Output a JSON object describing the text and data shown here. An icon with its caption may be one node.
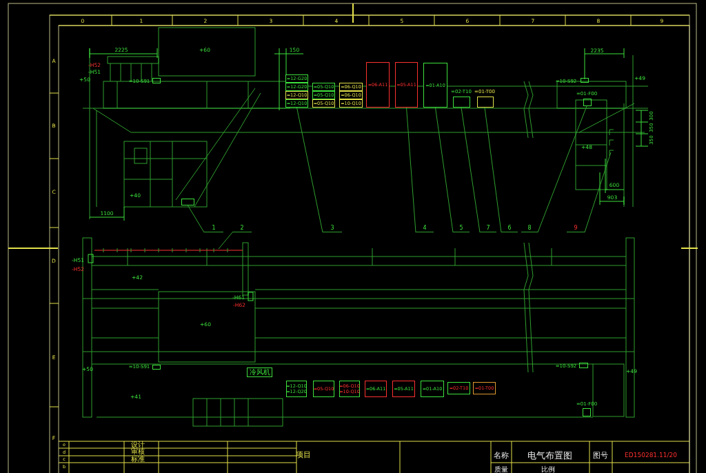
{
  "diagram": {
    "nodes": [
      {
        "text": [
          "=12-G20"
        ]
      },
      {
        "text": [
          "=12-G20"
        ]
      },
      {
        "text": [
          "=12-Q10"
        ]
      },
      {
        "text": [
          "=12-Q10"
        ]
      },
      {
        "text": [
          "=05-Q10"
        ]
      },
      {
        "text": [
          "=05-Q10"
        ]
      },
      {
        "text": [
          "=05-Q10"
        ]
      },
      {
        "text": [
          "=06-Q10"
        ]
      },
      {
        "text": [
          "=06-Q10"
        ]
      },
      {
        "text": [
          "=10-Q10"
        ]
      },
      {
        "text": [
          "=06-A11"
        ]
      },
      {
        "text": [
          "=05-A11"
        ]
      },
      {
        "text": [
          "=01-A10"
        ]
      },
      {
        "text": [
          "=10-S91"
        ]
      },
      {
        "text": [
          "=02-T10"
        ]
      },
      {
        "text": [
          "=01-T00"
        ]
      },
      {
        "text": [
          "=10-S92"
        ]
      },
      {
        "text": [
          "=01-F00"
        ]
      },
      {
        "text": [],
        "shape": "box"
      },
      {
        "text": [
          "1"
        ]
      },
      {
        "text": [
          "2"
        ]
      },
      {
        "text": [
          "3"
        ]
      },
      {
        "text": [
          "4"
        ]
      },
      {
        "text": [
          "5"
        ]
      },
      {
        "text": [
          "7"
        ]
      },
      {
        "text": [
          "6"
        ]
      },
      {
        "text": [
          "8"
        ]
      },
      {
        "text": [
          "9"
        ]
      },
      {
        "text": [
          "=10-S91"
        ]
      },
      {
        "text": [
          "冷风机"
        ]
      },
      {
        "text": [
          "=12-Q10",
          "=12-Q20"
        ]
      },
      {
        "text": [
          "=05-Q10"
        ]
      },
      {
        "text": [
          "=06-Q10",
          "=10-Q10"
        ]
      },
      {
        "text": [
          "=06-A11"
        ]
      },
      {
        "text": [
          "=05-A11"
        ]
      },
      {
        "text": [
          "=01-A10"
        ]
      },
      {
        "text": [
          "=02-T10"
        ]
      },
      {
        "text": [
          "=01-T00"
        ]
      },
      {
        "text": [
          "=10-S92"
        ]
      },
      {
        "text": [
          "=01-F00"
        ]
      }
    ],
    "edges": [
      {
        "from": 19,
        "to": 18,
        "arrow": "none"
      },
      {
        "from": 20,
        "to": null,
        "arrow": "none"
      },
      {
        "from": 21,
        "to": 3,
        "arrow": "none"
      },
      {
        "from": 22,
        "to": 11,
        "arrow": "none"
      },
      {
        "from": 23,
        "to": 12,
        "arrow": "none"
      },
      {
        "from": 24,
        "to": 14,
        "arrow": "none"
      },
      {
        "from": 25,
        "to": 15,
        "arrow": "none"
      },
      {
        "from": 26,
        "to": 17,
        "arrow": "none"
      },
      {
        "from": 27,
        "to": null,
        "arrow": "none"
      }
    ],
    "labels": [
      "0",
      "1",
      "2",
      "3",
      "4",
      "5",
      "6",
      "7",
      "8",
      "9",
      "A",
      "2225",
      "+60",
      "150",
      "2235",
      "-H52",
      "-H51",
      "+50",
      "+49",
      "B",
      "300",
      "350",
      "350",
      "+48",
      "+40",
      "C",
      "1100",
      "600",
      "903",
      "D",
      "-H51",
      "-H52",
      "+42",
      "-H61",
      "-H62",
      "+60",
      "E",
      "+50",
      "+49",
      "+41",
      "F",
      "e",
      "设计",
      "项目",
      "名称",
      "电气布置图",
      "图号",
      "ED150281.11/20",
      "d",
      "审核",
      "c",
      "标准",
      "b",
      "质量",
      "比例"
    ]
  }
}
